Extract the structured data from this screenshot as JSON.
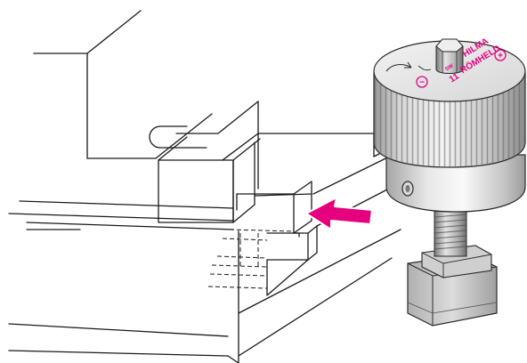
{
  "nut_markings": {
    "brand_line_1": "HILMA",
    "brand_line_2": "RÖMHELD",
    "size_code": "11",
    "small_code": "SW",
    "minus_symbol": "−",
    "plus_symbol": "+",
    "marking_color": "#e6007e"
  },
  "arrow": {
    "color": "#e6007e"
  },
  "icons": {
    "direction_arrow": "magenta-block-arrow",
    "rotation_indicator": "curved-rotation-arrow"
  }
}
